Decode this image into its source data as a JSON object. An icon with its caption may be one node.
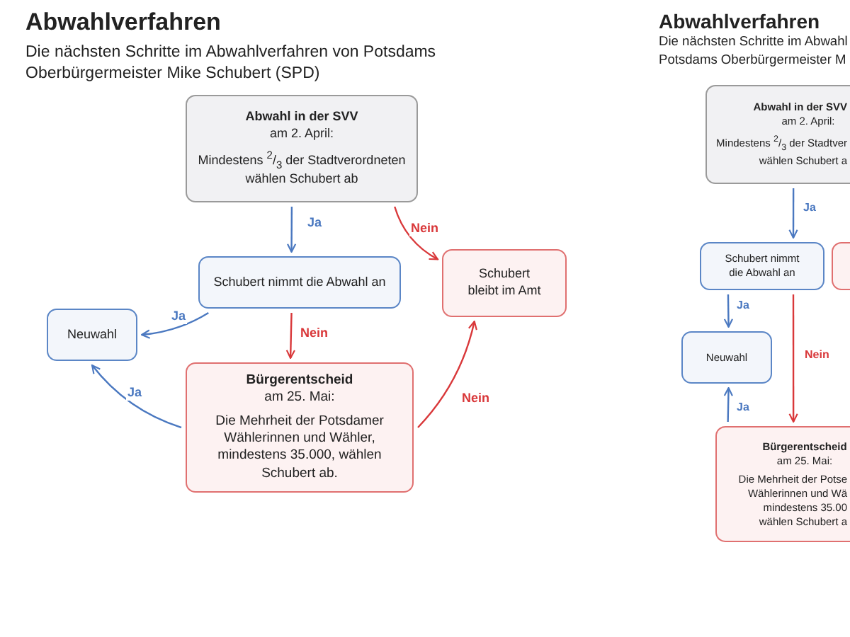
{
  "diagram": {
    "title": "Abwahlverfahren",
    "nodes": [
      {
        "text": [
          "Abwahl in der SVV",
          "am 2. April:",
          "Mindestens $^{2}$/$_{3}$ der Stadtverordneten wählen Schubert ab"
        ]
      },
      {
        "text": [
          "Schubert nimmt die Abwahl an"
        ]
      },
      {
        "text": [
          "Schubert bleibt im Amt"
        ]
      },
      {
        "text": [
          "Neuwahl"
        ]
      },
      {
        "text": [
          "Bürgerentscheid",
          "am 25. Mai:",
          "Die Mehrheit der Potsdamer Wählerinnen und Wähler, mindestens 35.000, wählen Schubert ab."
        ]
      },
      {
        "text": [
          "Abwahl in der SVV",
          "am 2. April:",
          "Mindestens $^{2}$/$_{3}$ der Stadtver wählen Schubert a"
        ]
      },
      {
        "text": [
          "Schubert nimmt die Abwahl an"
        ]
      },
      {
        "text": [],
        "shape": "box"
      },
      {
        "text": [
          "Neuwahl"
        ]
      },
      {
        "text": [
          "Bürgerentscheid",
          "am 25. Mai:",
          "Die Mehrheit der Potse Wählerinnen und Wä mindestens 35.00 wählen Schubert a"
        ]
      }
    ],
    "edges": [
      {
        "from": 0,
        "to": 1,
        "arrow": "to",
        "label": "Ja"
      },
      {
        "from": 0,
        "to": 2,
        "arrow": "to",
        "label": "Nein",
        "color": "#d9383a"
      },
      {
        "from": 1,
        "to": 3,
        "arrow": "to",
        "label": "Ja"
      },
      {
        "from": 1,
        "to": 4,
        "arrow": "to",
        "label": "Nein",
        "color": "#d9383a"
      },
      {
        "from": 4,
        "to": 3,
        "arrow": "to",
        "label": "Ja"
      },
      {
        "from": 4,
        "to": 2,
        "arrow": "to",
        "label": "Nein",
        "color": "#d9383a"
      },
      {
        "from": 5,
        "to": 6,
        "arrow": "to",
        "label": "Ja"
      },
      {
        "from": 6,
        "to": 8,
        "arrow": "to",
        "label": "Ja"
      },
      {
        "from": 6,
        "to": 9,
        "arrow": "to",
        "label": "Nein",
        "color": "#d9383a"
      },
      {
        "from": 9,
        "to": 8,
        "arrow": "to",
        "label": "Ja"
      }
    ],
    "labels": [
      "Die nächsten Schritte im Abwahlverfahren von Potsdams Oberbürgermeister Mike Schubert (SPD)",
      "Abwahlverfahren",
      "Die nächsten Schritte im Abwahl",
      "Potsdams Oberbürgermeister M"
    ]
  }
}
